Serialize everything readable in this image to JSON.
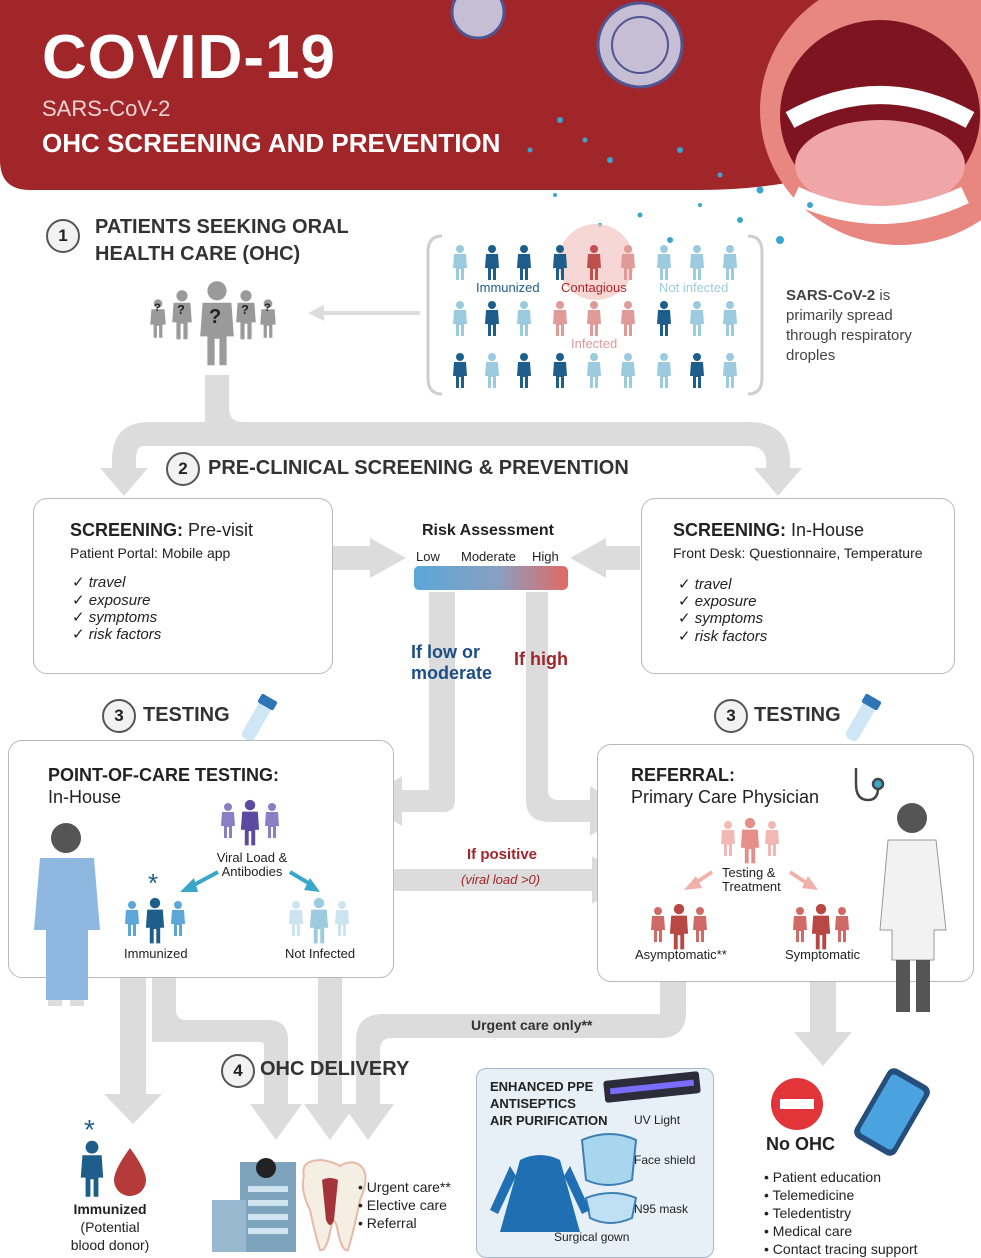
{
  "header": {
    "title": "COVID-19",
    "subtitle": "SARS-CoV-2",
    "main": "OHC SCREENING AND PREVENTION"
  },
  "step1": {
    "num": "1",
    "title_line1": "PATIENTS SEEKING ORAL",
    "title_line2": "HEALTH CARE (OHC)",
    "crowd_labels": {
      "immunized": "Immunized",
      "contagious": "Contagious",
      "not_infected": "Not infected",
      "infected": "Infected"
    },
    "spread_bold": "SARS-CoV-2",
    "spread_rest1": "is",
    "spread_rest2": "primarily spread",
    "spread_rest3": "through respiratory",
    "spread_rest4": "droples"
  },
  "step2": {
    "num": "2",
    "title": "PRE-CLINICAL SCREENING & PREVENTION",
    "previsit": {
      "label": "SCREENING:",
      "type": "Pre-visit",
      "sub": "Patient Portal: Mobile app",
      "checks": [
        "✓ travel",
        "✓ exposure",
        "✓ symptoms",
        "✓ risk factors"
      ]
    },
    "inhouse": {
      "label": "SCREENING:",
      "type": "In-House",
      "sub": "Front Desk: Questionnaire, Temperature",
      "checks": [
        "✓ travel",
        "✓ exposure",
        "✓ symptoms",
        "✓ risk factors"
      ]
    },
    "risk": {
      "title": "Risk Assessment",
      "low": "Low",
      "moderate": "Moderate",
      "high": "High"
    },
    "if_low_1": "If low or",
    "if_low_2": "moderate",
    "if_high": "If high"
  },
  "step3": {
    "num": "3",
    "title": "TESTING",
    "poc": {
      "title": "POINT-OF-CARE TESTING:",
      "sub": "In-House",
      "viral_1": "Viral Load &",
      "viral_2": "Antibodies",
      "immunized": "Immunized",
      "not_infected": "Not Infected",
      "star": "*"
    },
    "referral": {
      "title": "REFERRAL:",
      "sub": "Primary Care Physician",
      "testing_1": "Testing &",
      "testing_2": "Treatment",
      "asymptomatic": "Asymptomatic**",
      "symptomatic": "Symptomatic"
    },
    "if_positive": "If positive",
    "viral_gt": "(viral load >0)"
  },
  "step4": {
    "num": "4",
    "title": "OHC DELIVERY",
    "urgent_only": "Urgent care only**",
    "immunized": "Immunized",
    "potential_1": "(Potential",
    "potential_2": "blood donor)",
    "star": "*",
    "delivery_items": [
      "• Urgent care**",
      "• Elective care",
      "• Referral"
    ],
    "ppe": {
      "l1": "ENHANCED PPE",
      "l2": "ANTISEPTICS",
      "l3": "AIR PURIFICATION",
      "uv": "UV Light",
      "face": "Face shield",
      "n95": "N95 mask",
      "gown": "Surgical gown"
    },
    "no_ohc": "No OHC",
    "no_ohc_items": [
      "• Patient education",
      "• Telemedicine",
      "• Teledentistry",
      "• Medical care",
      "• Contact tracing support"
    ]
  },
  "colors": {
    "header_red": "#a1262a",
    "immunized_blue": "#1d5f8a",
    "light_blue": "#9ccbe0",
    "infected_red": "#c0504d",
    "arrow_gray": "#dcdcdc",
    "risk_low": "#5aa7d8",
    "risk_high": "#e06a63"
  }
}
